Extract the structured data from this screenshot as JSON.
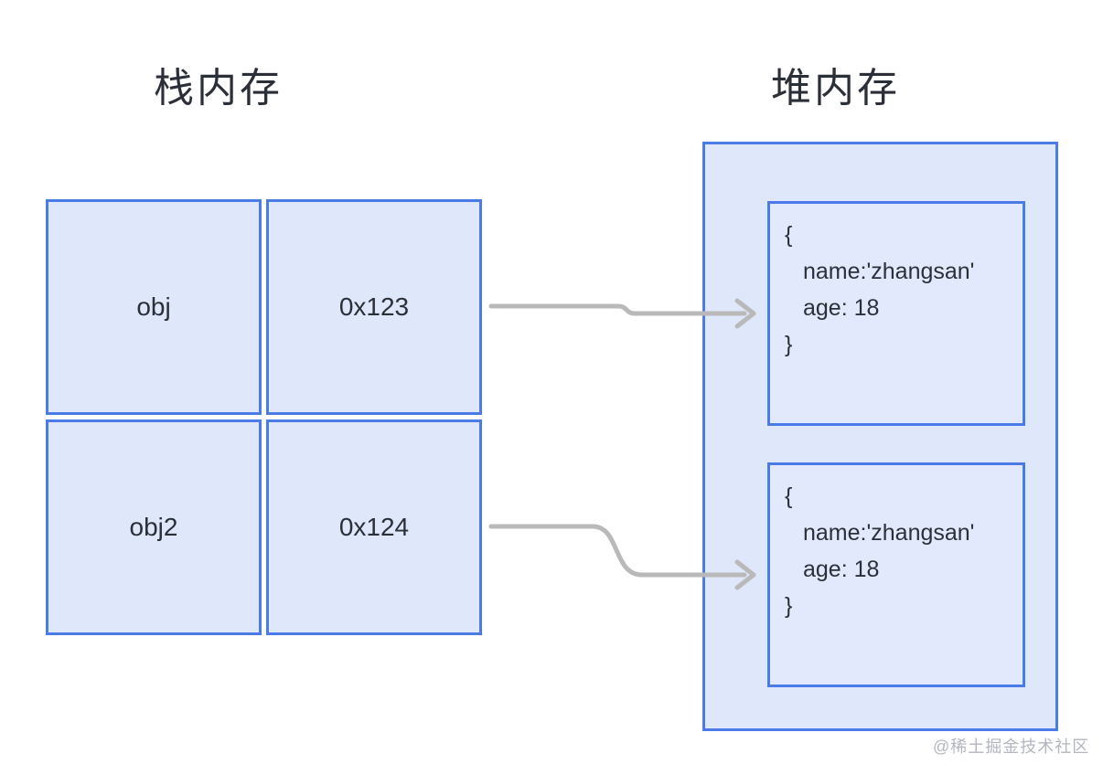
{
  "titles": {
    "stack": "栈内存",
    "heap": "堆内存"
  },
  "stack": {
    "rows": [
      {
        "var": "obj",
        "address": "0x123"
      },
      {
        "var": "obj2",
        "address": "0x124"
      }
    ]
  },
  "heap": {
    "objects": [
      {
        "open": "{",
        "properties": [
          "name:'zhangsan'",
          "age: 18"
        ],
        "close": "}"
      },
      {
        "open": "{",
        "properties": [
          "name:'zhangsan'",
          "age: 18"
        ],
        "close": "}"
      }
    ]
  },
  "arrows": [
    {
      "from": "0x123",
      "to": "heap-object-1"
    },
    {
      "from": "0x124",
      "to": "heap-object-2"
    }
  ],
  "watermark": "@稀土掘金技术社区",
  "colors": {
    "border_blue": "#4a7be8",
    "fill_blue": "#dfe7fb",
    "object_fill_blue": "#e2e9fc",
    "arrow_gray": "#b9b9b9",
    "text_dark": "#2b2f38",
    "watermark_gray": "#b3b6bf",
    "background": "#ffffff"
  }
}
